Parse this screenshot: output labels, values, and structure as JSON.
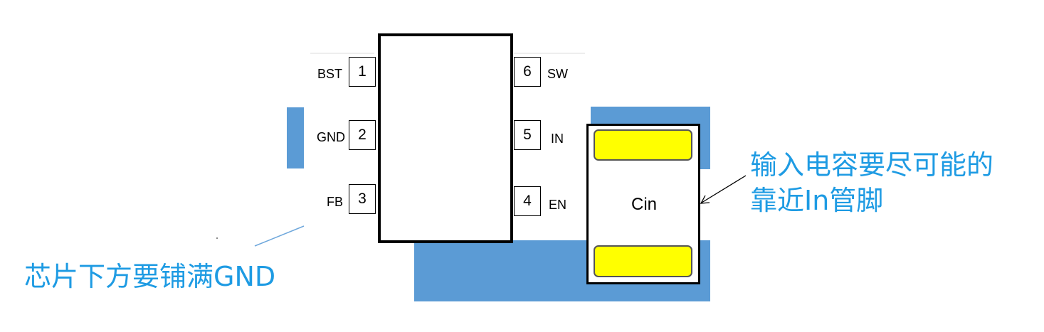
{
  "pins": {
    "p1": {
      "num": "1",
      "name": "BST"
    },
    "p2": {
      "num": "2",
      "name": "GND"
    },
    "p3": {
      "num": "3",
      "name": "FB"
    },
    "p4": {
      "num": "4",
      "name": "EN"
    },
    "p5": {
      "num": "5",
      "name": "IN"
    },
    "p6": {
      "num": "6",
      "name": "SW"
    }
  },
  "capacitor": {
    "label": "Cin"
  },
  "annotations": {
    "gnd_note": "芯片下方要铺满GND",
    "cin_note_line1": "输入电容要尽可能的",
    "cin_note_line2": "靠近In管脚"
  },
  "colors": {
    "copper": "#5b9bd5",
    "pad": "#ffff00",
    "annotation": "#1e9be3"
  }
}
